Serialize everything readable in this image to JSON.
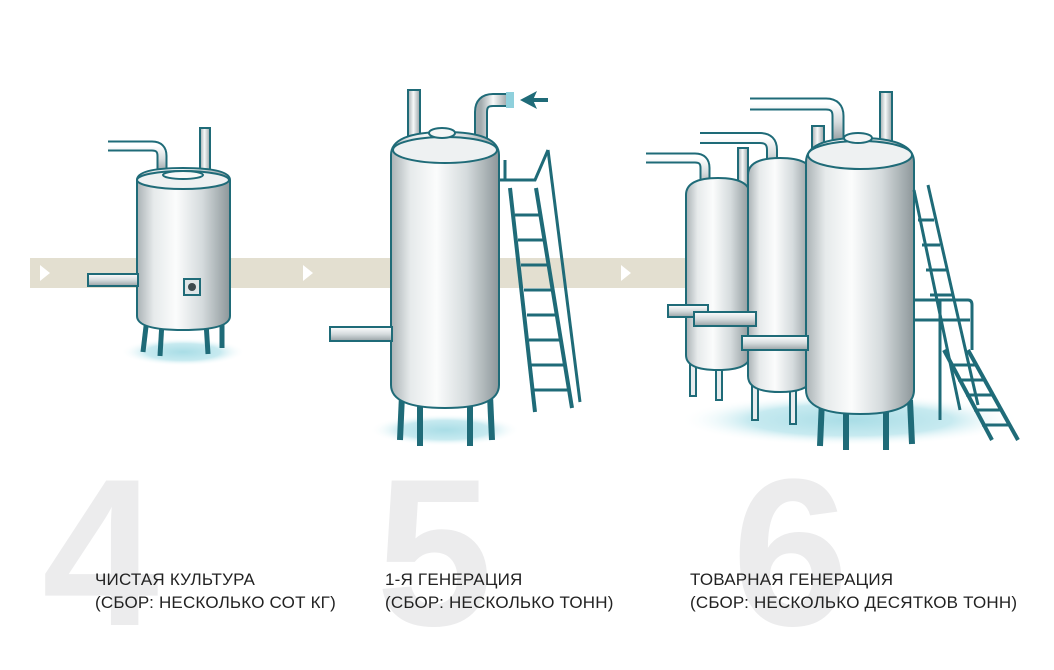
{
  "stages": [
    {
      "number": "4",
      "title": "ЧИСТАЯ КУЛЬТУРА",
      "subtitle": "(СБОР: НЕСКОЛЬКО СОТ КГ)"
    },
    {
      "number": "5",
      "title": "1-Я ГЕНЕРАЦИЯ",
      "subtitle": "(СБОР: НЕСКОЛЬКО ТОНН)"
    },
    {
      "number": "6",
      "title": "ТОВАРНАЯ ГЕНЕРАЦИЯ",
      "subtitle": "(СБОР: НЕСКОЛЬКО ДЕСЯТКОВ ТОНН)"
    }
  ],
  "colors": {
    "flow_band": "#e3dfd0",
    "floor_glow": "#b7e3ea",
    "outline": "#1f6b78",
    "steel_light": "#f4f6f6",
    "steel_dark": "#9da6a9",
    "arrow_accent": "#1f6b78",
    "inlet_marker": "#8fd0dc",
    "big_number": "#ececed"
  },
  "icons": {
    "flow_arrow": "chevron-right-icon",
    "inlet_arrow": "arrow-left-icon"
  }
}
